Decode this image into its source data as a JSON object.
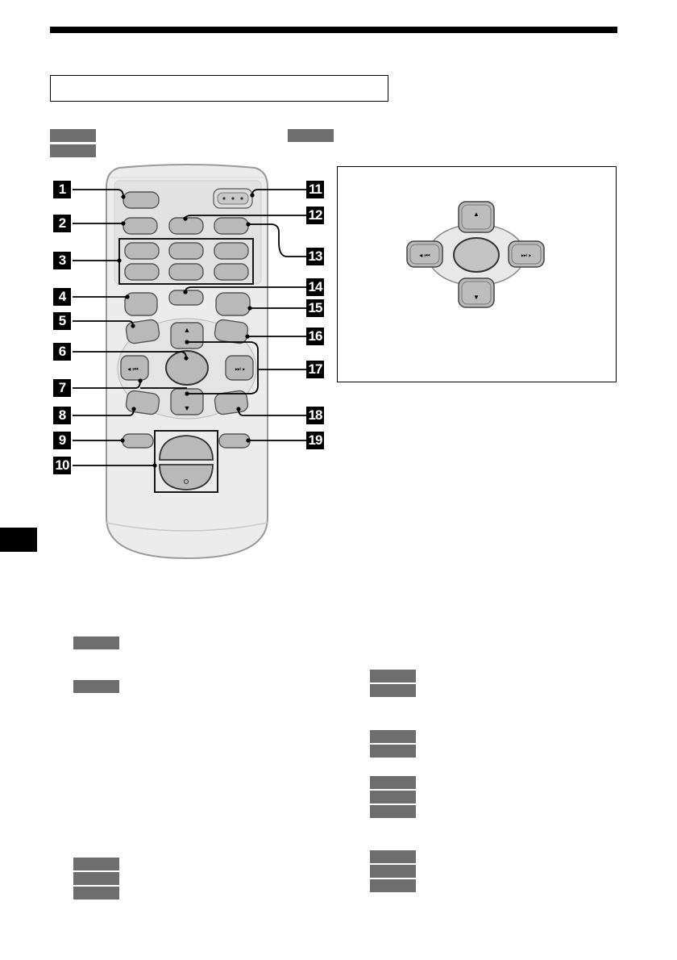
{
  "callouts": [
    "1",
    "2",
    "3",
    "4",
    "5",
    "6",
    "7",
    "8",
    "9",
    "10",
    "11",
    "12",
    "13",
    "14",
    "15",
    "16",
    "17",
    "18",
    "19"
  ],
  "remote": {
    "body_color": "#e9e9e9",
    "button_color": "#b9b9b9",
    "label_box_color": "#6e6e6e"
  },
  "dpad": {
    "up_icon": "up-arrow-icon",
    "down_icon": "down-arrow-icon",
    "prev_icon": "skip-back-icon",
    "next_icon": "skip-forward-icon",
    "center_icon": "enter-button-icon"
  }
}
